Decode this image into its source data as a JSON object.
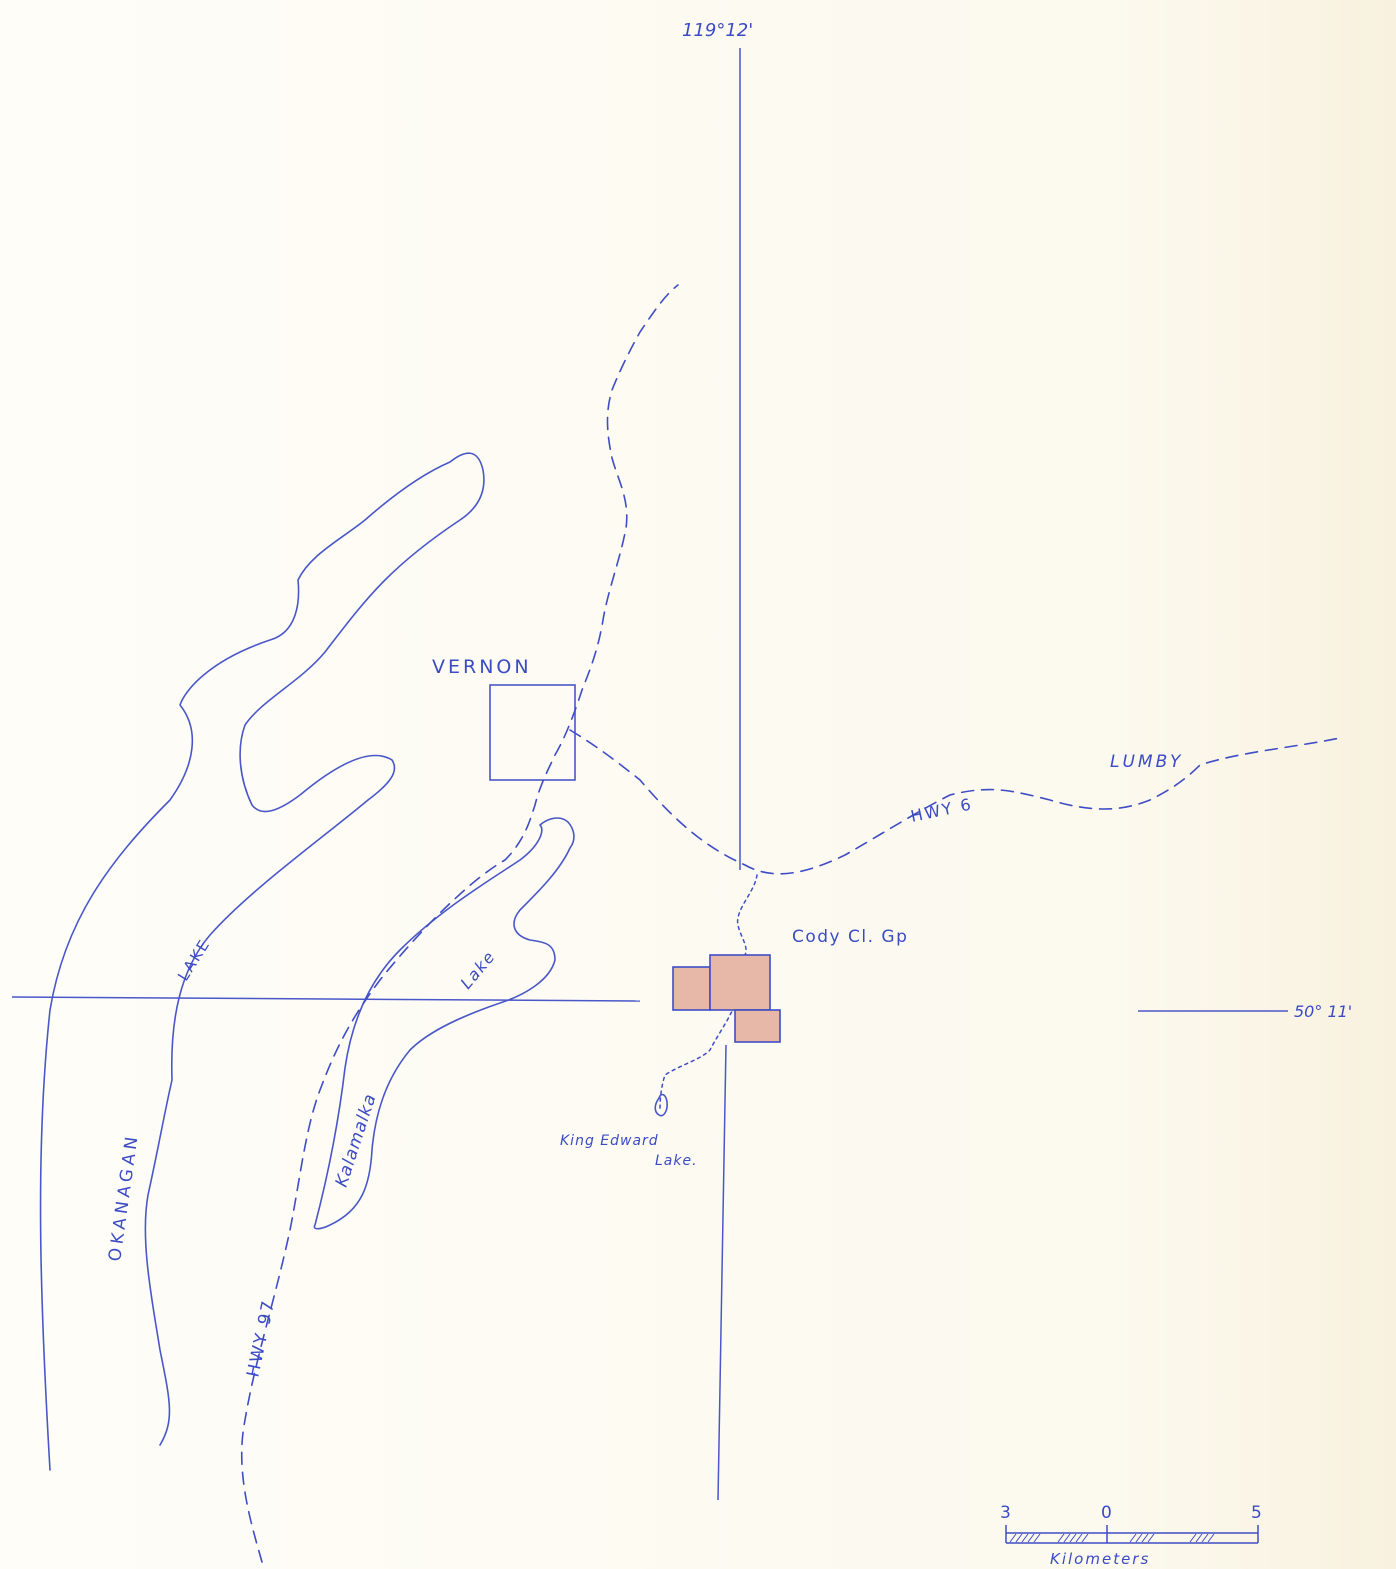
{
  "map": {
    "colors": {
      "paper": "#fdfaf1",
      "ink": "#3f4dc6",
      "claim_fill": "#e7b8a8"
    },
    "coordinates": {
      "longitude": "119°12'",
      "latitude": "50° 11'"
    },
    "places": {
      "vernon": "VERNON",
      "lumby": "LUMBY",
      "claim_group": "Cody Cl. Gp",
      "king_edward_lake_line1": "King Edward",
      "king_edward_lake_line2": "Lake."
    },
    "water": {
      "okanagan": "OKANAGAN",
      "okanagan_lake": "LAKE",
      "kalamalka": "Kalamalka",
      "kalamalka_lake": "Lake"
    },
    "roads": {
      "hwy6": "HWY 6",
      "hwy97": "HWY 97"
    },
    "scale_bar": {
      "left_value": "3",
      "zero_value": "0",
      "right_value": "5",
      "unit": "Kilometers"
    }
  }
}
